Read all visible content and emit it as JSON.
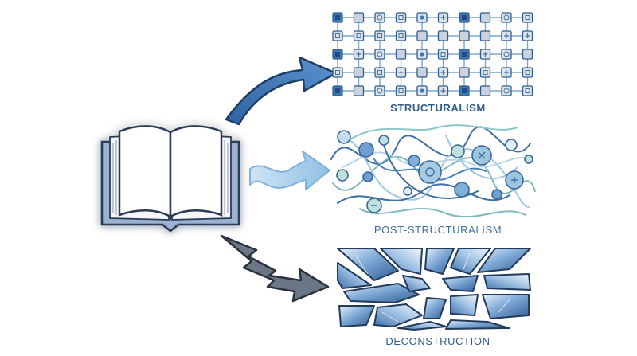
{
  "labels": {
    "structuralism": "STRUCTURALISM",
    "post_structuralism": "POST-STRUCTURALISM",
    "deconstruction": "DECONSTRUCTION"
  },
  "icons": {
    "source": "open-book-icon",
    "to_structuralism": "curved-arrow-icon",
    "to_post_structuralism": "wavy-arrow-icon",
    "to_deconstruction": "zigzag-arrow-icon"
  },
  "colors": {
    "primary_blue": "#3f78b5",
    "dark_blue": "#2f5d8e",
    "light_blue": "#a9cdea",
    "teal": "#8fc7c9",
    "grey": "#7f8a99",
    "outline": "#2a3a55"
  }
}
